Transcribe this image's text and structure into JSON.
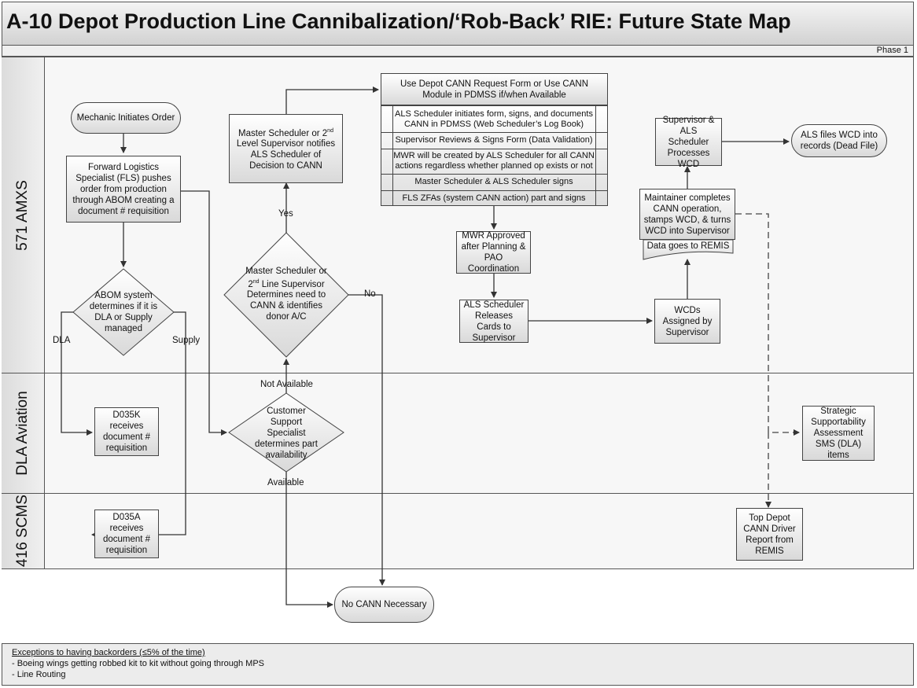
{
  "title": "A-10 Depot Production Line Cannibalization/‘Rob-Back’ RIE: Future State Map",
  "phase": "Phase 1",
  "lanes": [
    "571 AMXS",
    "DLA Aviation",
    "416 SCMS"
  ],
  "nodes": {
    "mechanic": "Mechanic Initiates Order",
    "fls_order": "Forward Logistics Specialist (FLS) pushes order from production through ABOM creating a document # requisition",
    "abom_decision": "ABOM system determines if it is DLA or Supply managed",
    "d035k": "D035K receives document # requisition",
    "d035a": "D035A receives document # requisition",
    "customer_support": "Customer Support Specialist determines part availability",
    "master_decision": [
      "Master Scheduler or",
      "2",
      "nd",
      " Line Supervisor Determines need to CANN & identifies donor A/C"
    ],
    "master_notify": [
      "Master Scheduler or 2",
      "nd",
      " Level Supervisor notifies ALS Scheduler of Decision to CANN"
    ],
    "form_header": "Use Depot CANN Request Form or Use CANN Module in PDMSS if/when Available",
    "form_steps": [
      "ALS Scheduler initiates form, signs, and documents CANN in PDMSS (Web Scheduler’s Log Book)",
      "Supervisor Reviews & Signs Form (Data Validation)",
      "MWR will be created by ALS Scheduler for all CANN actions regardless whether planned op exists or not",
      "Master Scheduler & ALS Scheduler signs",
      "FLS ZFAs (system CANN action) part and signs"
    ],
    "mwr_approved": "MWR Approved after Planning & PAO Coordination",
    "als_releases": "ALS Scheduler Releases Cards to Supervisor",
    "wcds_assigned": "WCDs Assigned by Supervisor",
    "maintainer": "Maintainer completes CANN operation, stamps WCD, & turns WCD into Supervisor",
    "data_remis": "Data goes to REMIS",
    "supervisor_processes": "Supervisor & ALS Scheduler Processes WCD",
    "als_files": "ALS files WCD into records (Dead File)",
    "strategic": "Strategic Supportability Assessment SMS (DLA) items",
    "top_depot": "Top Depot CANN Driver Report from REMIS",
    "no_cann": "No CANN Necessary"
  },
  "edge_labels": {
    "dla": "DLA",
    "supply": "Supply",
    "yes": "Yes",
    "no": "No",
    "not_available": "Not Available",
    "available": "Available"
  },
  "footer": {
    "heading": "Exceptions to having backorders (≤5% of the time)",
    "items": [
      "- Boeing wings getting robbed kit to kit without going through MPS",
      "- Line Routing"
    ]
  }
}
